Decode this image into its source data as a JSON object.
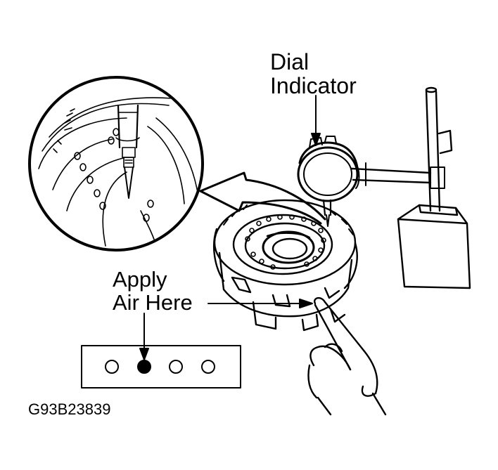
{
  "labels": {
    "dial_indicator_line1": "Dial",
    "dial_indicator_line2": "Indicator",
    "apply_air_line1": "Apply",
    "apply_air_line2": "Air Here",
    "figure_code": "G93B23839"
  },
  "port_panel": {
    "ports": [
      {
        "state": "open"
      },
      {
        "state": "air-applied"
      },
      {
        "state": "open"
      },
      {
        "state": "open"
      }
    ]
  },
  "colors": {
    "ink": "#000000",
    "paper": "#ffffff"
  }
}
